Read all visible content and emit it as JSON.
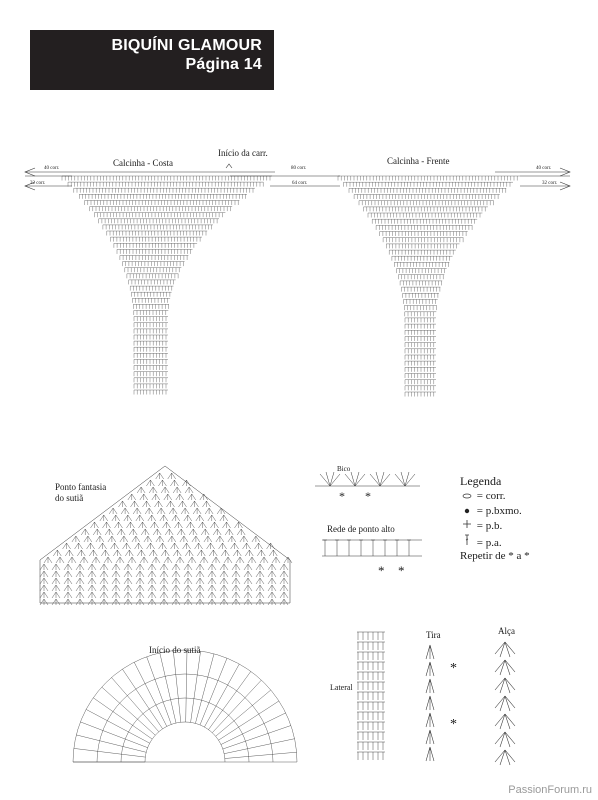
{
  "header": {
    "title": "BIQUÍNI GLAMOUR",
    "page": "Página 14"
  },
  "panty": {
    "back_label": "Calcinha - Costa",
    "front_label": "Calcinha - Frente",
    "start_label": "Início da carr.",
    "left_top_chain": "40 corr.",
    "left_bottom_chain": "32 corr.",
    "mid_top_chain": "80 corr.",
    "mid_bottom_chain": "64 corr.",
    "right_top_chain": "40 corr.",
    "right_bottom_chain": "32 corr."
  },
  "bra": {
    "fancy_label_line1": "Ponto fantasia",
    "fancy_label_line2": "do sutiã",
    "start_label": "Início do sutiã"
  },
  "bico": {
    "label": "Bico"
  },
  "rede": {
    "label": "Rede de ponto alto"
  },
  "legend": {
    "title": "Legenda",
    "items": [
      {
        "symbol": "oval",
        "text": "= corr."
      },
      {
        "symbol": "dot",
        "text": "= p.bxmo."
      },
      {
        "symbol": "plus",
        "text": "= p.b."
      },
      {
        "symbol": "stick",
        "text": "= p.a."
      }
    ],
    "repeat": "Repetir de * a *"
  },
  "lateral": {
    "label": "Lateral"
  },
  "tira": {
    "label": "Tira"
  },
  "alca": {
    "label": "Alça"
  },
  "markers": {
    "asterisk": "*"
  },
  "watermark": "PassionForum.ru"
}
